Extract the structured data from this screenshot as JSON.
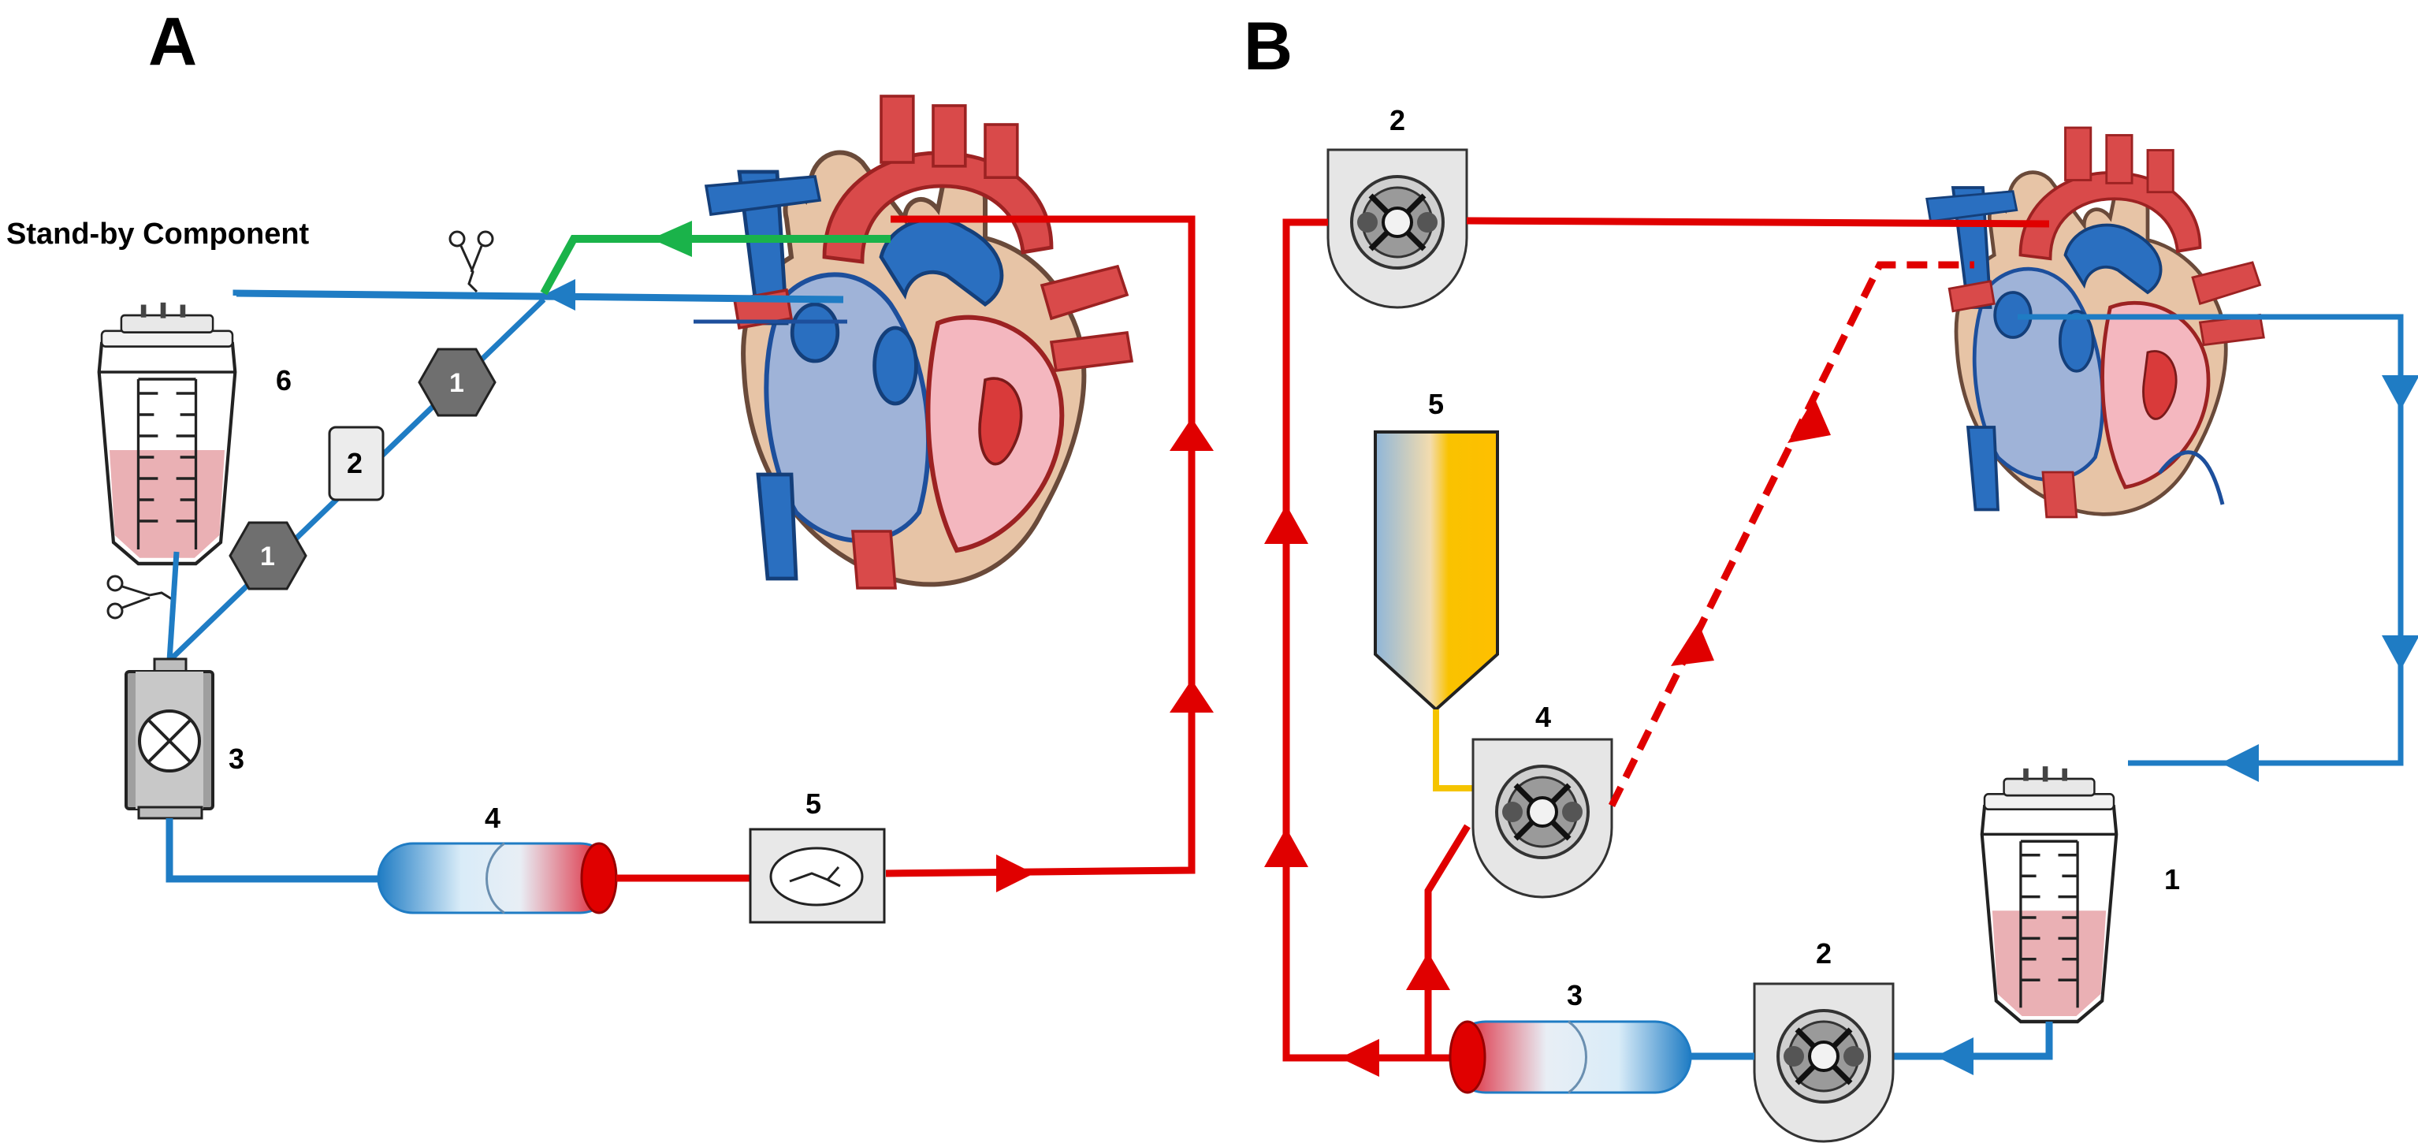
{
  "panels": {
    "a": {
      "letter": "A"
    },
    "b": {
      "letter": "B"
    }
  },
  "panel_a": {
    "standby_label": "Stand-by Component",
    "labels": {
      "reservoir": "6",
      "pump": "3",
      "oxygenator": "4",
      "heat_exchanger": "5",
      "filter_top": "1",
      "filter_bottom": "1",
      "connector": "2"
    }
  },
  "panel_b": {
    "labels": {
      "pump_top": "2",
      "cardioplegia_bag": "5",
      "pump_cardioplegia": "4",
      "oxygenator": "3",
      "pump_bottom": "2",
      "reservoir": "1"
    }
  },
  "colors": {
    "venous": "#1f7cc4",
    "arterial": "#e00000",
    "vent": "#1ab34a",
    "cardioplegia": "#f5c400"
  }
}
